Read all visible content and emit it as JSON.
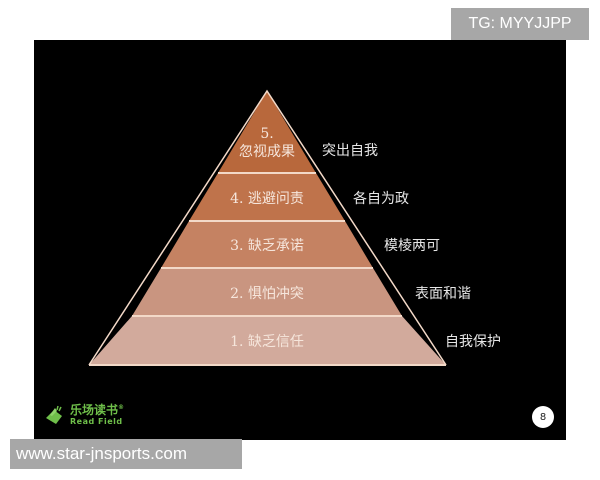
{
  "watermarks": {
    "top": "TG: MYYJJPP",
    "bottom": "www.star-jnsports.com"
  },
  "pyramid": {
    "levels": [
      {
        "num": "5.",
        "label": "忽视成果",
        "side": "突出自我",
        "color": "#b8683c"
      },
      {
        "num": "4.",
        "label": "逃避问责",
        "side": "各自为政",
        "color": "#bf734b"
      },
      {
        "num": "3.",
        "label": "缺乏承诺",
        "side": "模棱两可",
        "color": "#c58262"
      },
      {
        "num": "2.",
        "label": "惧怕冲突",
        "side": "表面和谐",
        "color": "#c99580"
      },
      {
        "num": "1.",
        "label": "缺乏信任",
        "side": "自我保护",
        "color": "#d2aa9c"
      }
    ],
    "separator_color": "#f3d9c8"
  },
  "logo": {
    "cn": "乐场读书",
    "registered": "®",
    "en": "Read Field",
    "color": "#6fbf4a"
  },
  "page_number": "8",
  "chart_data": {
    "type": "pyramid",
    "title": "",
    "levels_top_to_bottom": [
      {
        "level": 5,
        "dysfunction": "忽视成果",
        "behavior": "突出自我"
      },
      {
        "level": 4,
        "dysfunction": "逃避问责",
        "behavior": "各自为政"
      },
      {
        "level": 3,
        "dysfunction": "缺乏承诺",
        "behavior": "模棱两可"
      },
      {
        "level": 2,
        "dysfunction": "惧怕冲突",
        "behavior": "表面和谐"
      },
      {
        "level": 1,
        "dysfunction": "缺乏信任",
        "behavior": "自我保护"
      }
    ]
  }
}
